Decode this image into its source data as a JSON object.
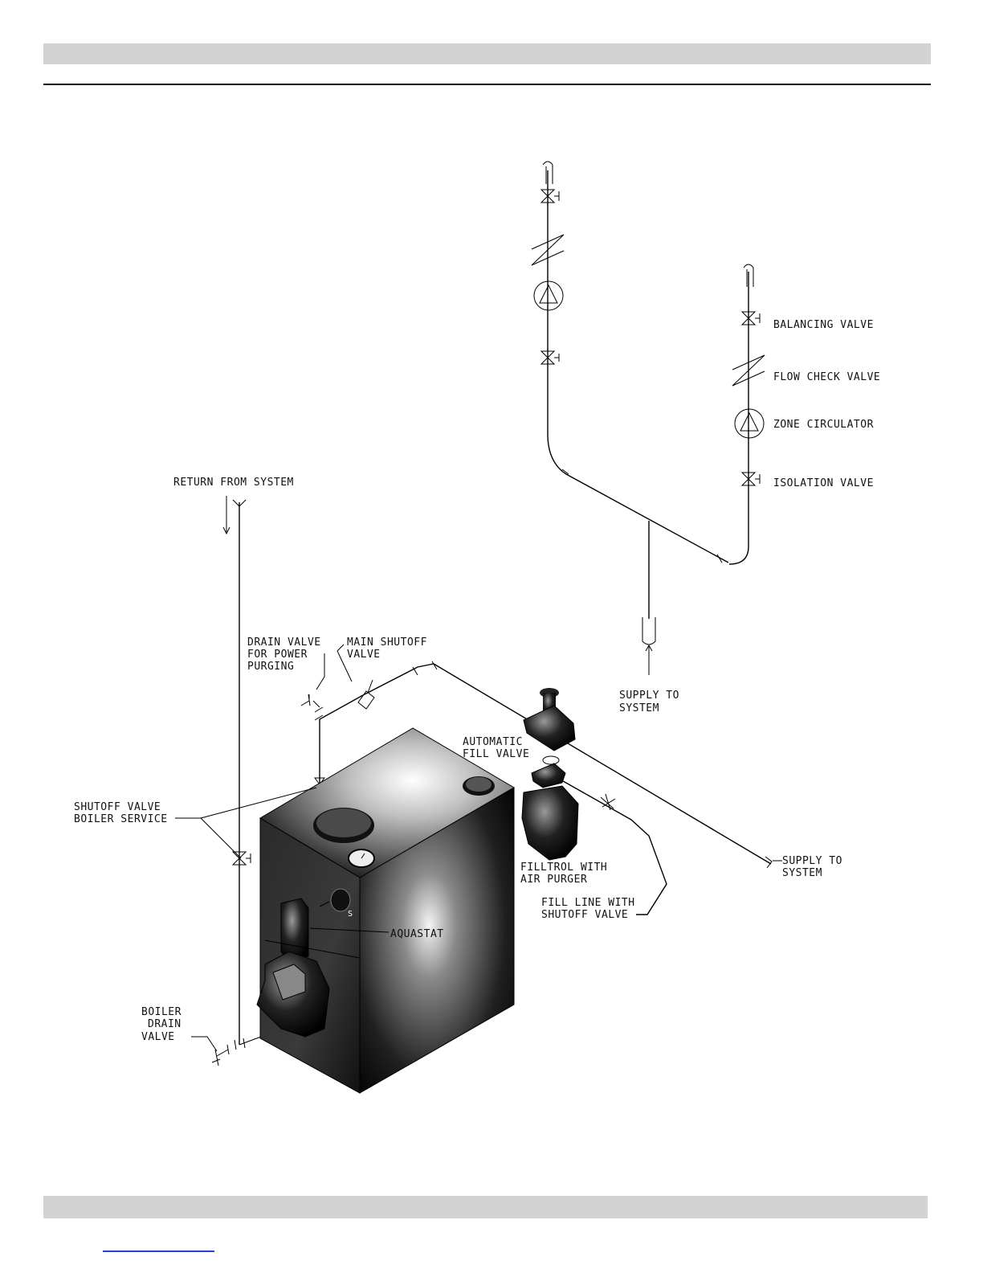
{
  "labels": {
    "balancing_valve": "BALANCING VALVE",
    "flow_check_valve": "FLOW CHECK VALVE",
    "zone_circulator": "ZONE CIRCULATOR",
    "isolation_valve": "ISOLATION VALVE",
    "return_from_system": "RETURN FROM SYSTEM",
    "drain_valve_1": "DRAIN VALVE",
    "drain_valve_2": "FOR POWER",
    "drain_valve_3": "PURGING",
    "main_shutoff_1": "MAIN SHUTOFF",
    "main_shutoff_2": "VALVE",
    "supply_top_1": "SUPPLY TO",
    "supply_top_2": "SYSTEM",
    "auto_fill_1": "AUTOMATIC",
    "auto_fill_2": "FILL VALVE",
    "shutoff_service_1": "SHUTOFF VALVE",
    "shutoff_service_2": "BOILER SERVICE",
    "supply_right_1": "SUPPLY TO",
    "supply_right_2": "SYSTEM",
    "filltrol_1": "FILLTROL WITH",
    "filltrol_2": "AIR PURGER",
    "fill_line_1": "FILL LINE WITH",
    "fill_line_2": "SHUTOFF VALVE",
    "aquastat": "AQUASTAT",
    "boiler_drain_1": "BOILER",
    "boiler_drain_2": "DRAIN",
    "boiler_drain_3": "VALVE",
    "port_s": "S"
  },
  "colors": {
    "header_bar": "#d3d3d3",
    "footer_bar": "#d3d3d3",
    "link_underline": "#2a3fd4"
  }
}
